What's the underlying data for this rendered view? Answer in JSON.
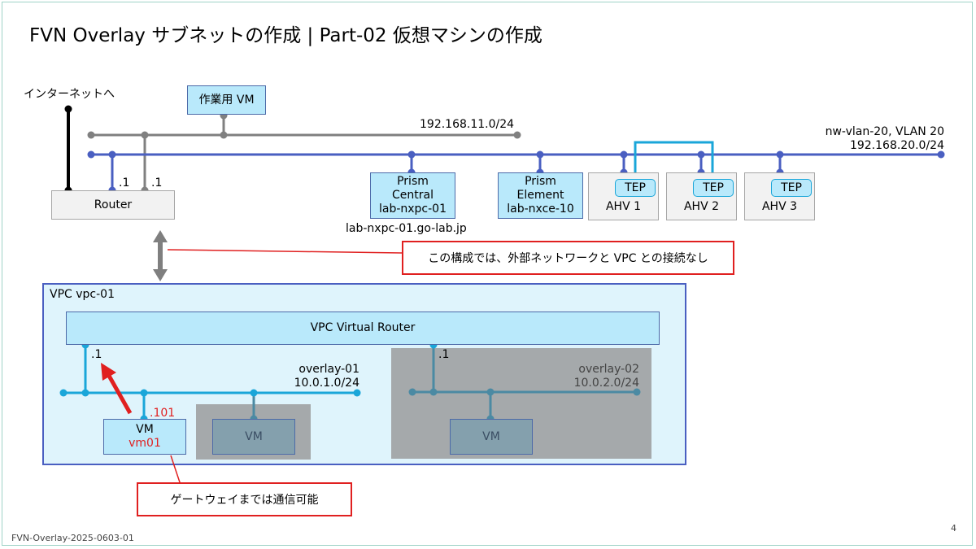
{
  "title": "FVN Overlay サブネットの作成 | Part-02 仮想マシンの作成",
  "footer": {
    "doc_id": "FVN-Overlay-2025-0603-01",
    "page": "4"
  },
  "internet_label": "インターネットへ",
  "work_vm": "作業用 VM",
  "mgmt_network": {
    "cidr": "192.168.11.0/24"
  },
  "vlan_network": {
    "name": "nw-vlan-20, VLAN 20",
    "cidr": "192.168.20.0/24"
  },
  "router": {
    "label": "Router",
    "ip_left": ".1",
    "ip_right": ".1"
  },
  "prism_central": {
    "line1": "Prism",
    "line2": "Central",
    "line3": "lab-nxpc-01",
    "fqdn": "lab-nxpc-01.go-lab.jp"
  },
  "prism_element": {
    "line1": "Prism",
    "line2": "Element",
    "line3": "lab-nxce-10"
  },
  "hosts": [
    {
      "tep": "TEP",
      "name": "AHV 1"
    },
    {
      "tep": "TEP",
      "name": "AHV 2"
    },
    {
      "tep": "TEP",
      "name": "AHV 3"
    }
  ],
  "no_external_callout": "この構成では、外部ネットワークと VPC との接続なし",
  "vpc": {
    "name": "VPC vpc-01",
    "router": "VPC Virtual Router",
    "overlay1": {
      "name": "overlay-01",
      "cidr": "10.0.1.0/24",
      "gw": ".1"
    },
    "overlay2": {
      "name": "overlay-02",
      "cidr": "10.0.2.0/24",
      "gw": ".1"
    },
    "vm01": {
      "label": "VM",
      "name": "vm01",
      "ip": ".101"
    },
    "vm_grey1": "VM",
    "vm_grey2": "VM"
  },
  "gateway_callout": "ゲートウェイまでは通信可能",
  "colors": {
    "vlan": "#4a5fc1",
    "mgmt": "#808080",
    "overlay": "#1aa6d9",
    "overlay_inactive": "#4b8aa3",
    "callout": "#e02020"
  }
}
